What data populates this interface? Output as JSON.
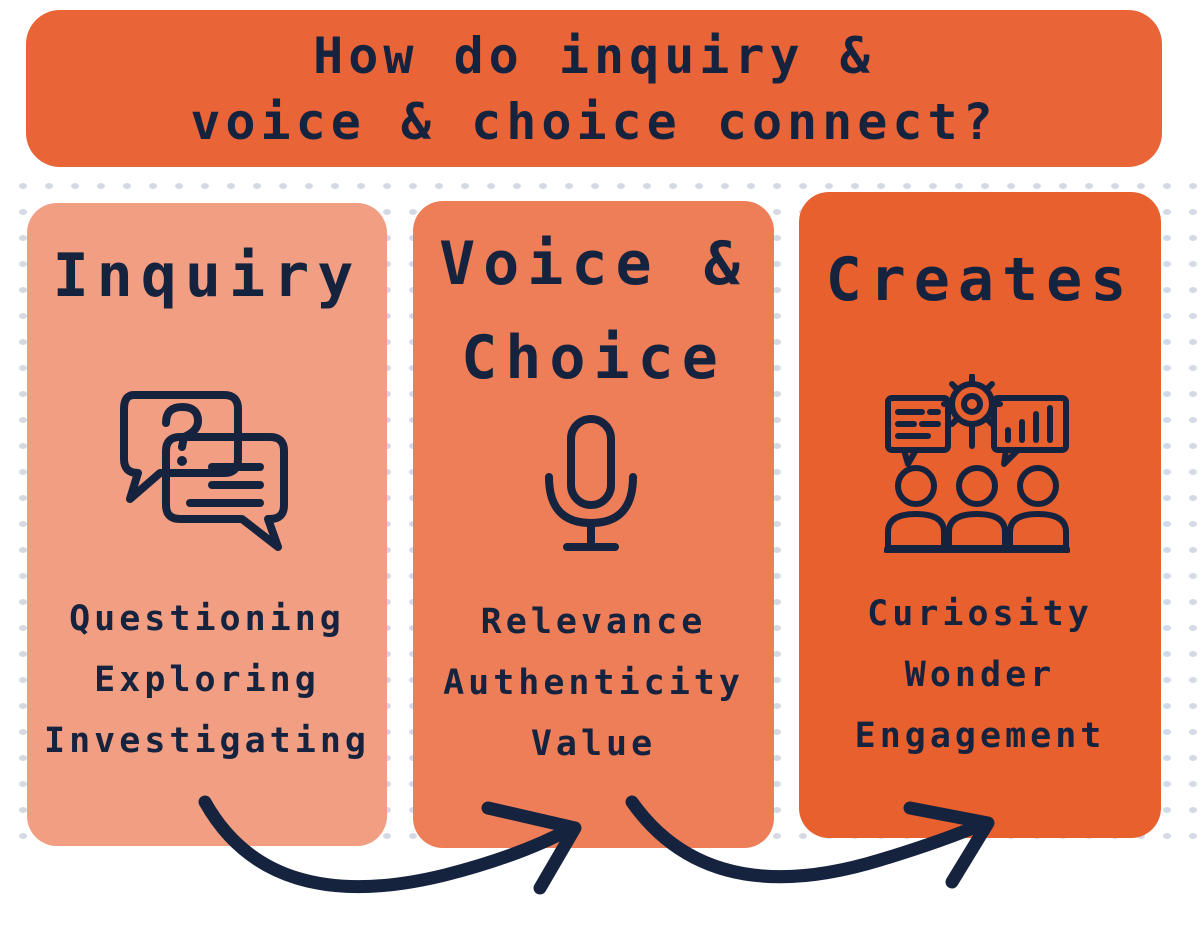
{
  "colors": {
    "header_bg": "#e96537",
    "inquiry_bg": "#f29e82",
    "voice_bg": "#ee7e58",
    "creates_bg": "#e9602f",
    "text": "#16233f",
    "dots": "#d4d9e3"
  },
  "header": {
    "line1": "How do inquiry &",
    "line2": "voice & choice connect?"
  },
  "cards": [
    {
      "title": [
        "Inquiry"
      ],
      "icon": "question-chat-bubbles-icon",
      "words": [
        "Questioning",
        "Exploring",
        "Investigating"
      ]
    },
    {
      "title": [
        "Voice &",
        "Choice"
      ],
      "icon": "microphone-icon",
      "words": [
        "Relevance",
        "Authenticity",
        "Value"
      ]
    },
    {
      "title": [
        "Creates"
      ],
      "icon": "group-presentation-icon",
      "words": [
        "Curiosity",
        "Wonder",
        "Engagement"
      ]
    }
  ],
  "arrows": [
    "curved-arrow-icon",
    "curved-arrow-icon"
  ]
}
